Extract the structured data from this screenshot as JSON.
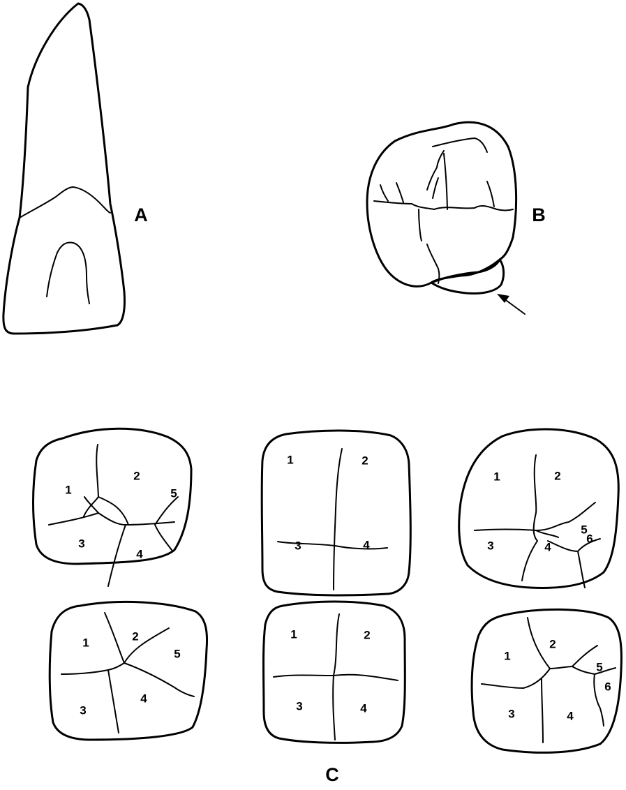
{
  "panels": {
    "a": {
      "label": "A"
    },
    "b": {
      "label": "B"
    },
    "c": {
      "label": "C"
    }
  },
  "teeth": [
    {
      "cusps": [
        "1",
        "2",
        "3",
        "4",
        "5"
      ]
    },
    {
      "cusps": [
        "1",
        "2",
        "3",
        "4"
      ]
    },
    {
      "cusps": [
        "1",
        "2",
        "3",
        "4",
        "5",
        "6"
      ]
    },
    {
      "cusps": [
        "1",
        "2",
        "3",
        "4",
        "5"
      ]
    },
    {
      "cusps": [
        "1",
        "2",
        "3",
        "4"
      ]
    },
    {
      "cusps": [
        "1",
        "2",
        "3",
        "4",
        "5",
        "6"
      ]
    }
  ]
}
